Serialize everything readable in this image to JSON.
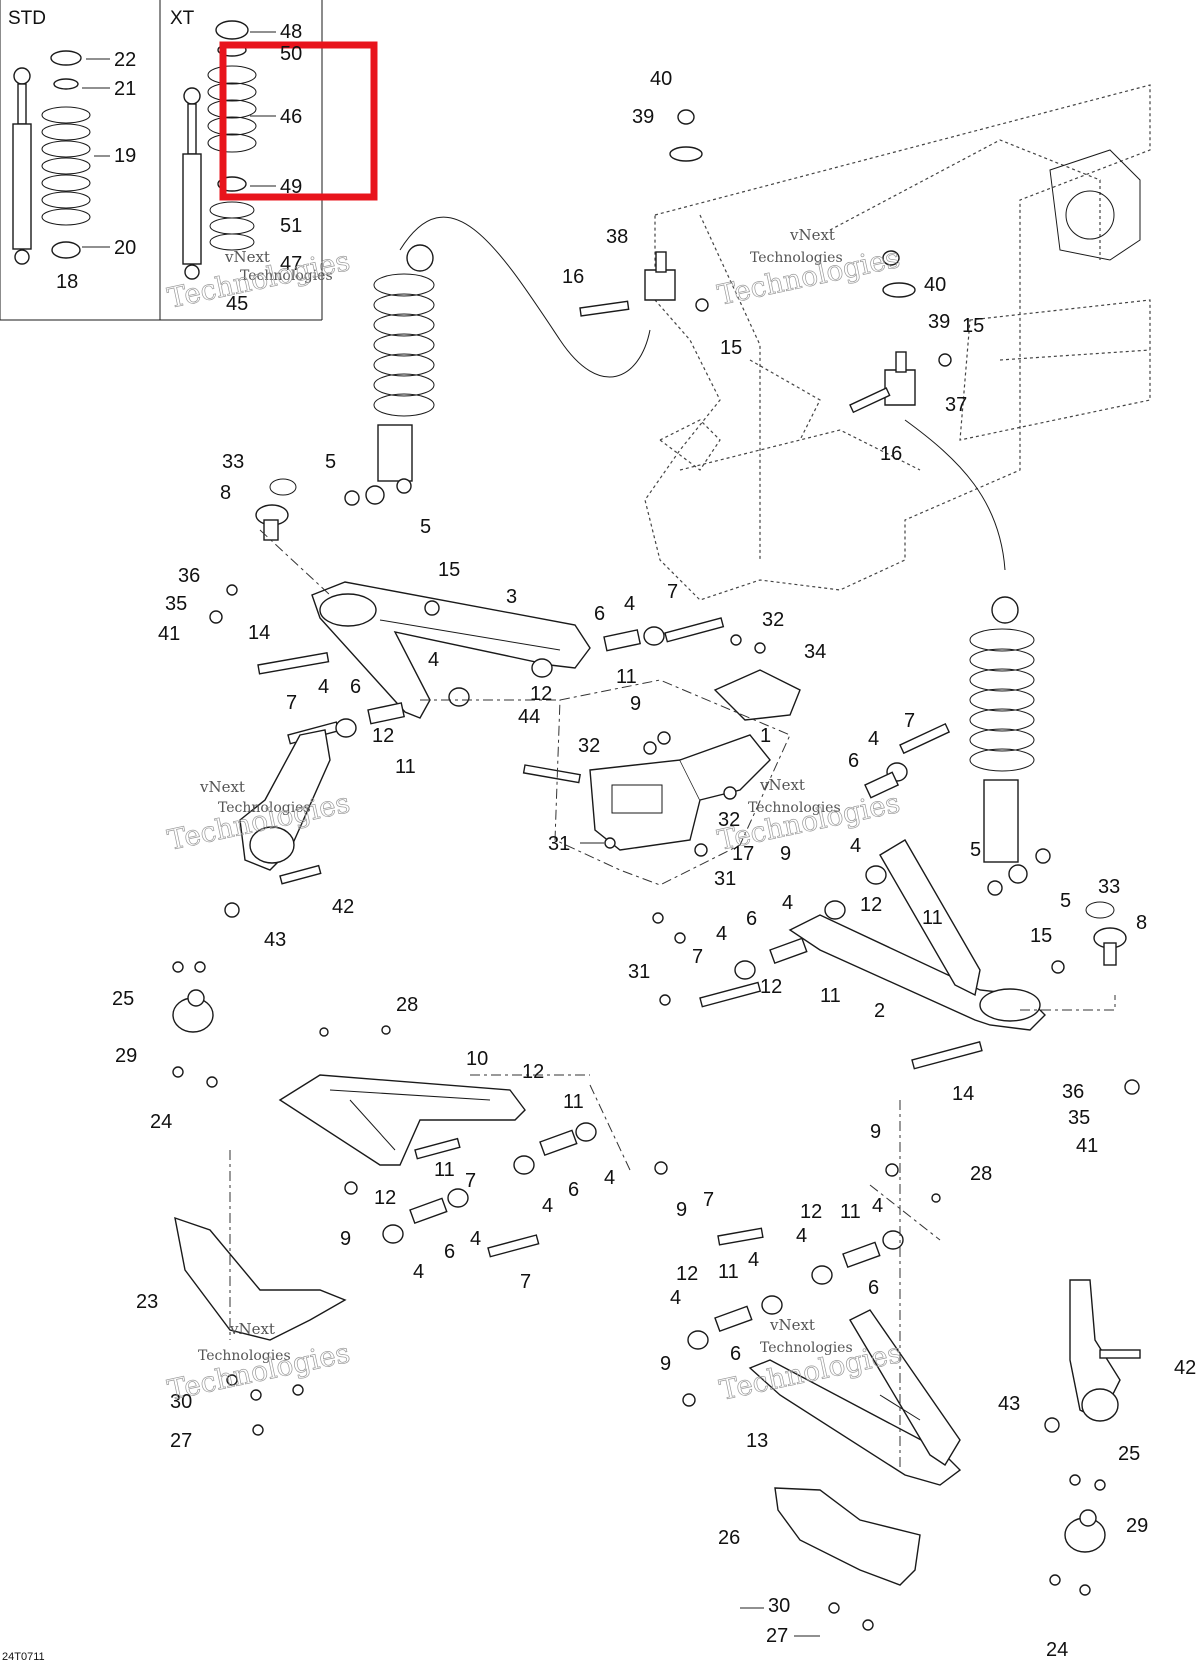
{
  "diagram": {
    "inset_std_title": "STD",
    "inset_xt_title": "XT",
    "drawing_code": "24T0711",
    "watermark_line1": "vNext",
    "watermark_line2": "Technologies",
    "highlight_color": "#e8141c",
    "callouts": [
      "1",
      "2",
      "3",
      "4",
      "5",
      "6",
      "7",
      "8",
      "9",
      "10",
      "11",
      "12",
      "13",
      "14",
      "15",
      "16",
      "17",
      "18",
      "19",
      "20",
      "21",
      "22",
      "23",
      "24",
      "25",
      "26",
      "27",
      "28",
      "29",
      "30",
      "31",
      "32",
      "33",
      "34",
      "35",
      "36",
      "37",
      "38",
      "39",
      "40",
      "41",
      "42",
      "43",
      "44",
      "45",
      "46",
      "47",
      "48",
      "49",
      "50",
      "51"
    ]
  }
}
